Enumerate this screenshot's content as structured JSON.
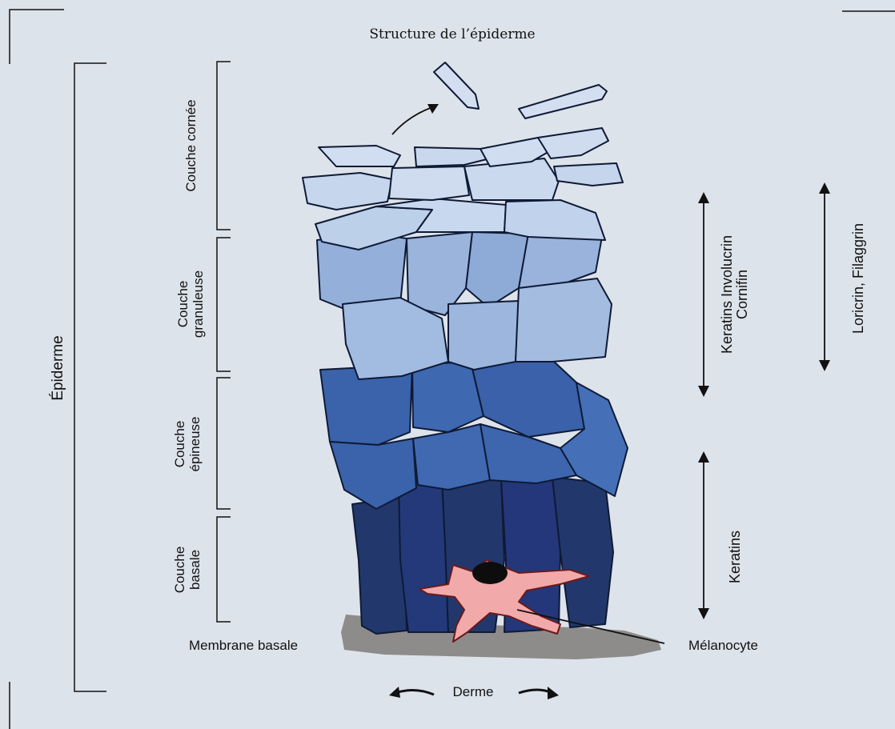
{
  "title": "Structure de l’épiderme",
  "epidermis_label": "Épiderme",
  "layers": {
    "cornee": {
      "line1": "Couche cornée",
      "line2": ""
    },
    "granuleuse": {
      "line1": "Couche",
      "line2": "granuleuse"
    },
    "epineuse": {
      "line1": "Couche",
      "line2": "épineuse"
    },
    "basale": {
      "line1": "Couche",
      "line2": "basale"
    }
  },
  "proteins": {
    "upper_line1": "Keratins Involucrin",
    "upper_line2": "Cornifin",
    "lower": "Keratins",
    "far": "Loricrin, Filaggrin"
  },
  "labels": {
    "membrane": "Membrane basale",
    "melanocyte": "Mélanocyte",
    "derme": "Derme"
  },
  "colors": {
    "background": "#dde3ea",
    "corneum": "#c6d6ec",
    "granular": "#94b0da",
    "spinous": "#3b63ab",
    "basal": "#22386c",
    "membrane": "#8e8b8b",
    "melanocyte": "#f2a9a9"
  }
}
